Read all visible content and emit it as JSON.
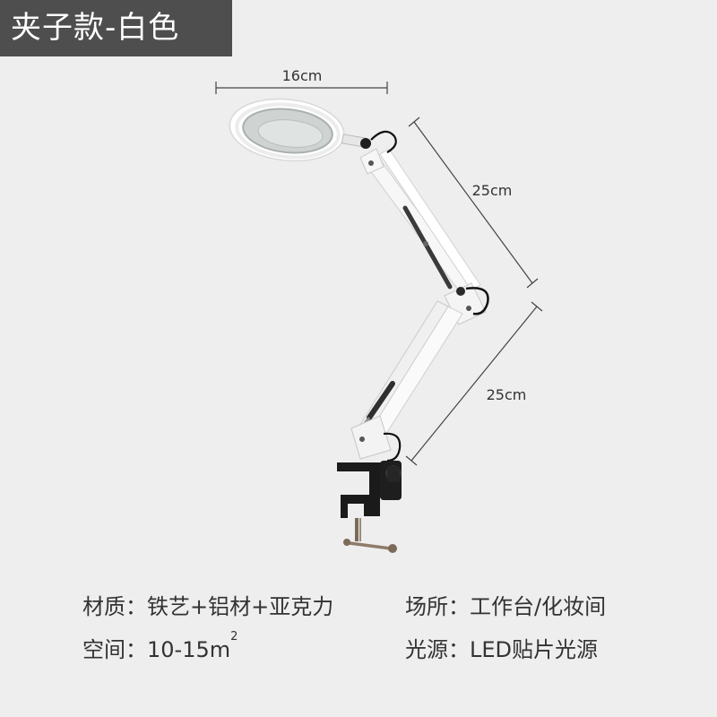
{
  "title": "夹子款-白色",
  "dimensions": {
    "lens_width": "16cm",
    "upper_arm": "25cm",
    "lower_arm": "25cm"
  },
  "specs": {
    "material_label": "材质：",
    "material_value": "铁艺+铝材+亚克力",
    "space_label": "空间：",
    "space_value": "10-15m",
    "space_superscript": "2",
    "location_label": "场所：",
    "location_value": "工作台/化妆间",
    "light_label": "光源：",
    "light_value": "LED贴片光源"
  }
}
